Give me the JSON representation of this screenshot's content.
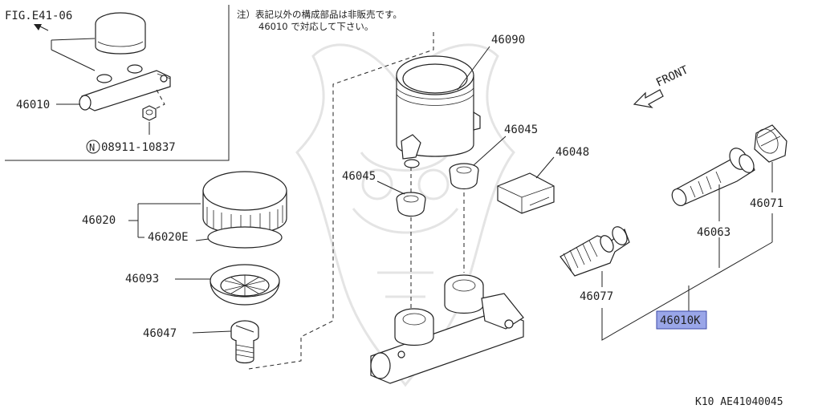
{
  "inset": {
    "fig_ref": "FIG.E41-06",
    "part_number": "46010",
    "nut_symbol": "N",
    "nut_number": "08911-10837"
  },
  "note": {
    "line1": "注）表記以外の構成部品は非販売です。",
    "line2": "46010 で対応して下さい。"
  },
  "direction_label": "FRONT",
  "parts": {
    "reservoir_tank": "46090",
    "cap": "46020",
    "cap_gasket": "46020E",
    "strainer": "46093",
    "screw": "46047",
    "grommet_left": "46045",
    "grommet_right": "46045",
    "sensor_plug": "46048",
    "kit_piston_secondary": "46063",
    "kit_piston_cup": "46071",
    "kit_spring": "46077",
    "repair_kit": "46010K"
  },
  "colors": {
    "highlight": "#9aa6e8",
    "highlight_border": "#3c4aa8",
    "line": "#222222"
  },
  "footer": {
    "code": "K10   AE41040045"
  }
}
